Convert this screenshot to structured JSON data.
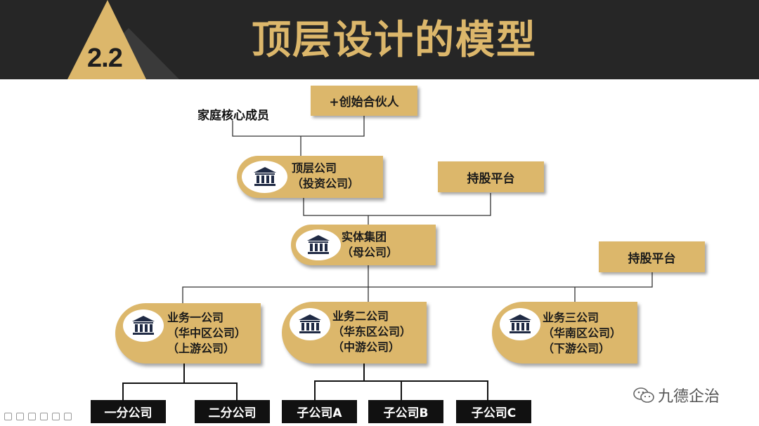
{
  "header": {
    "section_number": "2.2",
    "title": "顶层设计的模型"
  },
  "nodes": {
    "family_core": "家庭核心成员",
    "founders": "+创始合伙人",
    "top_company": {
      "line1": "顶层公司",
      "line2": "（投资公司）"
    },
    "holding_platform_1": "持股平台",
    "holding_platform_2": "持股平台",
    "entity_group": {
      "line1": "实体集团",
      "line2": "（母公司）"
    },
    "business_1": {
      "line1": "业务一公司",
      "line2": "（华中区公司）",
      "line3": "（上游公司）"
    },
    "business_2": {
      "line1": "业务二公司",
      "line2": "（华东区公司）",
      "line3": "（中游公司）"
    },
    "business_3": {
      "line1": "业务三公司",
      "line2": "（华南区公司）",
      "line3": "（下游公司）"
    },
    "branch_1": "一分公司",
    "branch_2": "二分公司",
    "sub_a": "子公司A",
    "sub_b": "子公司B",
    "sub_c": "子公司C"
  },
  "watermark": {
    "text": "九德企治",
    "icon": "wechat-icon"
  },
  "colors": {
    "gold": "#dcb76b",
    "dark": "#262626",
    "box_black": "#111111",
    "icon_navy": "#1f2a44"
  }
}
